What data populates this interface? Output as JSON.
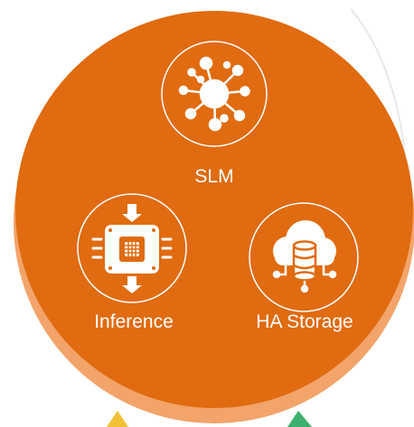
{
  "diagram": {
    "nodes": [
      {
        "id": "slm",
        "label": "SLM",
        "icon": "network-hub-icon"
      },
      {
        "id": "inference",
        "label": "Inference",
        "icon": "processor-chip-icon"
      },
      {
        "id": "storage",
        "label": "HA Storage",
        "icon": "cloud-database-icon"
      }
    ]
  },
  "colors": {
    "main_circle": "#E06B10",
    "circle_shadow": "#F2A46A",
    "icon_stroke": "#FFFFFF",
    "arrow_left": "#F2C035",
    "arrow_right": "#3DAF6E"
  }
}
